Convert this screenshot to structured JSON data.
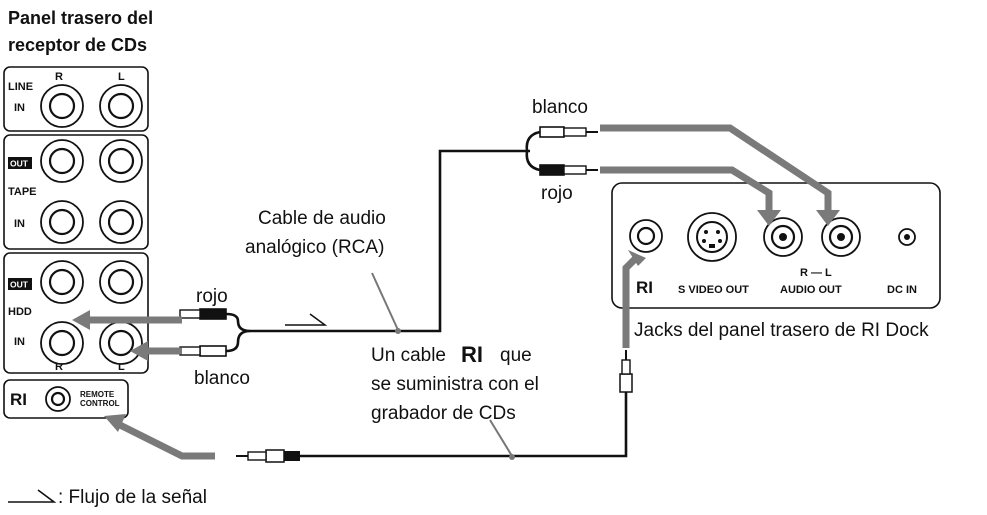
{
  "title_line1": "Panel trasero del",
  "title_line2": "receptor de CDs",
  "receiver": {
    "line": "LINE",
    "in": "IN",
    "out": "OUT",
    "tape": "TAPE",
    "hdd": "HDD",
    "r": "R",
    "l": "L",
    "ri": "RI",
    "remote_line1": "REMOTE",
    "remote_line2": "CONTROL"
  },
  "labels": {
    "blanco_top": "blanco",
    "rojo_top": "rojo",
    "cable_line1": "Cable de audio",
    "cable_line2": "analógico (RCA)",
    "rojo_left": "rojo",
    "blanco_left": "blanco",
    "ri_cable_line1": "Un cable",
    "ri_cable_ri": "RI",
    "ri_cable_que": "que",
    "ri_cable_line2": "se suministra con el",
    "ri_cable_line3": "grabador de CDs",
    "dock_caption": "Jacks del panel trasero de RI Dock",
    "legend": ": Flujo de la señal"
  },
  "dock": {
    "ri": "RI",
    "svideo": "S VIDEO OUT",
    "rl": "R — L",
    "audio_out": "AUDIO OUT",
    "dc_in": "DC IN"
  }
}
